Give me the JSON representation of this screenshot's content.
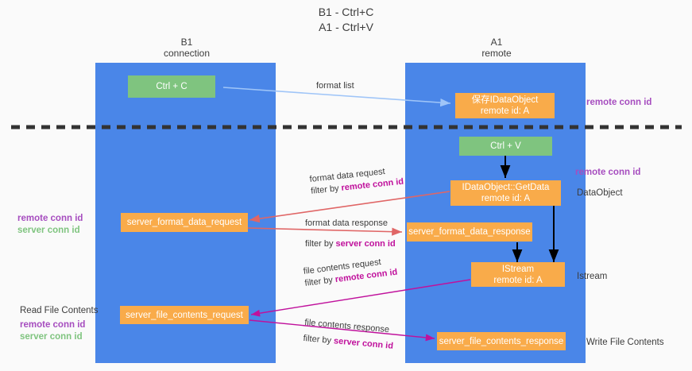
{
  "title": {
    "line1": "B1 - Ctrl+C",
    "line2": "A1 - Ctrl+V"
  },
  "columns": [
    {
      "name": "B1",
      "sub": "connection"
    },
    {
      "name": "A1",
      "sub": "remote"
    }
  ],
  "boxes": {
    "ctrl_c": {
      "label": "Ctrl + C"
    },
    "ctrl_v": {
      "label": "Ctrl + V"
    },
    "idataobject_store": {
      "line1": "保存IDataObject",
      "line2": "remote id: A"
    },
    "idataobject_getdata": {
      "line1": "IDataObject::GetData",
      "line2": "remote id: A"
    },
    "istream": {
      "line1": "IStream",
      "line2": "remote id: A"
    },
    "server_format_data_request": {
      "label": "server_format_data_request"
    },
    "server_format_data_response": {
      "label": "server_format_data_response"
    },
    "server_file_contents_request": {
      "label": "server_file_contents_request"
    },
    "server_file_contents_response": {
      "label": "server_file_contents_response"
    }
  },
  "edge_labels": {
    "format_list": "format list",
    "format_data_request": "format data request",
    "format_data_request_filter_prefix": "filter by ",
    "format_data_request_filter_key": "remote conn id",
    "format_data_response": "format data response",
    "format_data_response_filter_prefix": "filter by ",
    "format_data_response_filter_key": "server conn id",
    "file_contents_request": "file contents request",
    "file_contents_request_filter_prefix": "filter by ",
    "file_contents_request_filter_key": "remote conn id",
    "file_contents_response": "file contents response",
    "file_contents_response_filter_prefix": "filter by ",
    "file_contents_response_filter_key": "server conn id"
  },
  "right_labels": {
    "remote_conn_id_top": "remote conn id",
    "remote_conn_id_mid": "remote conn id",
    "dataobject": "DataObject",
    "istream": "Istream",
    "write_file_contents": "Write File Contents"
  },
  "left_labels": {
    "mid_remote": "remote conn id",
    "mid_server": "server conn id",
    "read_file_contents": "Read File Contents",
    "bottom_remote": "remote conn id",
    "bottom_server": "server conn id"
  },
  "colors": {
    "lane": "#4a86e8",
    "green_box": "#7fc47f",
    "orange_box": "#f9ab4a",
    "purple_text": "#a64dbf",
    "magenta_text": "#c0119c",
    "green_text": "#7fc47f",
    "divider": "#333333",
    "arrow_blue": "#9fc5f8",
    "arrow_red": "#e06666",
    "arrow_magenta": "#c0119c",
    "arrow_black": "#000000",
    "background": "#fafafa"
  }
}
